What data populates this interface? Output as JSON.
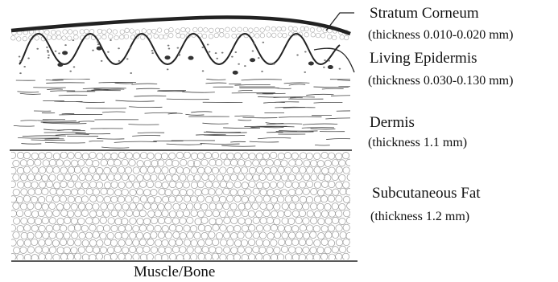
{
  "layers": [
    {
      "name": "Stratum Corneum",
      "thickness": "(thickness 0.010-0.020 mm)"
    },
    {
      "name": "Living Epidermis",
      "thickness": "(thickness 0.030-0.130 mm)"
    },
    {
      "name": "Dermis",
      "thickness": "(thickness 1.1 mm)"
    },
    {
      "name": "Subcutaneous Fat",
      "thickness": "(thickness 1.2 mm)"
    }
  ],
  "base_label": "Muscle/Bone"
}
